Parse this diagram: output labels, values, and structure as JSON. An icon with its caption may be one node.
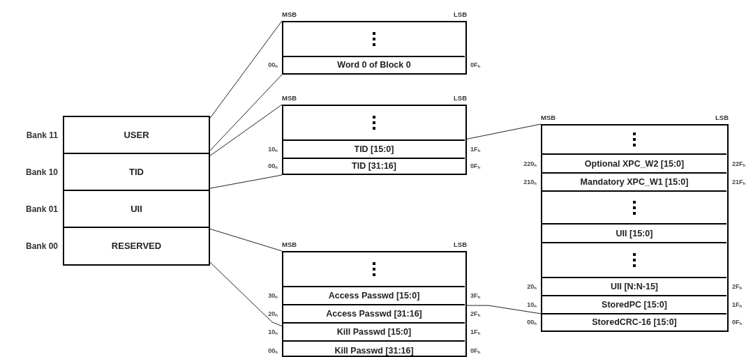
{
  "diagram": {
    "nodes": [
      {
        "text": [
          "MSB",
          "LSB"
        ]
      },
      {
        "text": [],
        "shape": "box",
        "in": 0
      },
      {
        "text": [
          "Word 0 of Block 0"
        ],
        "in": 0,
        "beside": [
          "00$_{h}$",
          "0F$_{h}$"
        ]
      },
      {
        "text": [
          "USER"
        ],
        "beside": [
          "Bank 11"
        ]
      },
      {
        "text": [
          "TID"
        ],
        "beside": [
          "Bank 10"
        ]
      },
      {
        "text": [
          "UII"
        ],
        "beside": [
          "Bank 01"
        ]
      },
      {
        "text": [
          "RESERVED"
        ],
        "beside": [
          "Bank 00"
        ]
      },
      {
        "text": [
          "MSB",
          "LSB"
        ]
      },
      {
        "text": [],
        "shape": "box",
        "in": 7
      },
      {
        "text": [
          "TID [15:0]"
        ],
        "in": 7,
        "beside": [
          "10$_{h}$",
          "1F$_{h}$"
        ]
      },
      {
        "text": [
          "TID [31:16]"
        ],
        "in": 7,
        "beside": [
          "00$_{h}$",
          "0F$_{h}$"
        ]
      },
      {
        "text": [
          "MSB",
          "LSB"
        ]
      },
      {
        "text": [],
        "shape": "box",
        "in": 11
      },
      {
        "text": [
          "Optional XPC_W2 [15:0]"
        ],
        "in": 11,
        "beside": [
          "220$_{h}$",
          "22F$_{h}$"
        ]
      },
      {
        "text": [
          "Mandatory XPC_W1 [15:0]"
        ],
        "in": 11,
        "beside": [
          "210$_{h}$",
          "21F$_{h}$"
        ]
      },
      {
        "text": [],
        "shape": "box",
        "in": 11
      },
      {
        "text": [
          "UII [15:0]"
        ],
        "in": 11
      },
      {
        "text": [],
        "shape": "box",
        "in": 11
      },
      {
        "text": [
          "UII [N:N-15]"
        ],
        "in": 11,
        "beside": [
          "20$_{h}$",
          "2F$_{h}$"
        ]
      },
      {
        "text": [
          "StoredPC [15:0]"
        ],
        "in": 11,
        "beside": [
          "10$_{h}$",
          "1F$_{h}$"
        ]
      },
      {
        "text": [
          "StoredCRC-16 [15:0]"
        ],
        "in": 11,
        "beside": [
          "00$_{h}$",
          "0F$_{h}$"
        ]
      },
      {
        "text": [
          "MSB",
          "LSB"
        ]
      },
      {
        "text": [],
        "shape": "box",
        "in": 21
      },
      {
        "text": [
          "Access Passwd [15:0]"
        ],
        "in": 21,
        "beside": [
          "30$_{h}$",
          "3F$_{h}$"
        ]
      },
      {
        "text": [
          "Access Passwd [31:16]"
        ],
        "in": 21,
        "beside": [
          "20$_{h}$",
          "2F$_{h}$"
        ]
      },
      {
        "text": [
          "Kill Passwd [15:0]"
        ],
        "in": 21,
        "beside": [
          "10$_{h}$",
          "1F$_{h}$"
        ]
      },
      {
        "text": [
          "Kill Passwd [31:16]"
        ],
        "in": 21,
        "beside": [
          "00$_{h}$",
          "0F$_{h}$"
        ]
      }
    ],
    "edges": [
      {
        "from": 3,
        "to": 0,
        "arrow": "none"
      },
      {
        "from": 3,
        "to": 0,
        "arrow": "none"
      },
      {
        "from": 4,
        "to": 7,
        "arrow": "none"
      },
      {
        "from": 4,
        "to": 7,
        "arrow": "none"
      },
      {
        "from": 6,
        "to": 21,
        "arrow": "none"
      },
      {
        "from": 6,
        "to": 25,
        "arrow": "none"
      },
      {
        "from": 9,
        "to": 11,
        "arrow": "none"
      },
      {
        "from": 24,
        "to": 20,
        "arrow": "none"
      }
    ]
  }
}
